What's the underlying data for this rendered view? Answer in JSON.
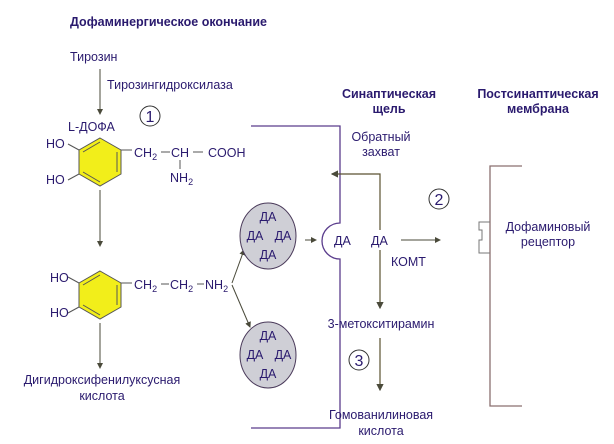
{
  "headings": {
    "presynaptic": "Дофаминергическое окончание",
    "cleft_line1": "Синаптическая",
    "cleft_line2": "щель",
    "post_line1": "Постсинаптическая",
    "post_line2": "мембрана"
  },
  "pathway": {
    "tyrosine": "Тирозин",
    "enzyme": "Тирозингидроксилаза",
    "ldopa": "L-ДОФА",
    "dopac_line1": "Дигидроксифенилуксусная",
    "dopac_line2": "кислота"
  },
  "ldopa_structure": {
    "ho1": "HO",
    "ho2": "HO",
    "ch2": "CH",
    "ch2_sub": "2",
    "ch": "CH",
    "cooh": "COOH",
    "nh2": "NH",
    "nh2_sub": "2"
  },
  "dopamine_structure": {
    "ho1": "HO",
    "ho2": "HO",
    "ch2a": "CH",
    "ch2a_sub": "2",
    "ch2b": "CH",
    "ch2b_sub": "2",
    "nh2": "NH",
    "nh2_sub": "2"
  },
  "vesicle_label": "ДА",
  "cleft": {
    "released_da": "ДА",
    "free_da": "ДА",
    "reuptake_line1": "Обратный",
    "reuptake_line2": "захват",
    "comt": "КОМТ",
    "methoxytyramine": "3-метокситирамин",
    "hva_line1": "Гомованилиновая",
    "hva_line2": "кислота"
  },
  "receptor": {
    "line1": "Дофаминовый",
    "line2": "рецептор"
  },
  "steps": [
    "1",
    "2",
    "3"
  ],
  "colors": {
    "text": "#2a1a6e",
    "ring_fill": "#f2ee1a",
    "vesicle_fill": "#cfcfd6",
    "presynaptic_membrane": "#5a3c8c",
    "postsynaptic_membrane": "#8a6f6f"
  }
}
